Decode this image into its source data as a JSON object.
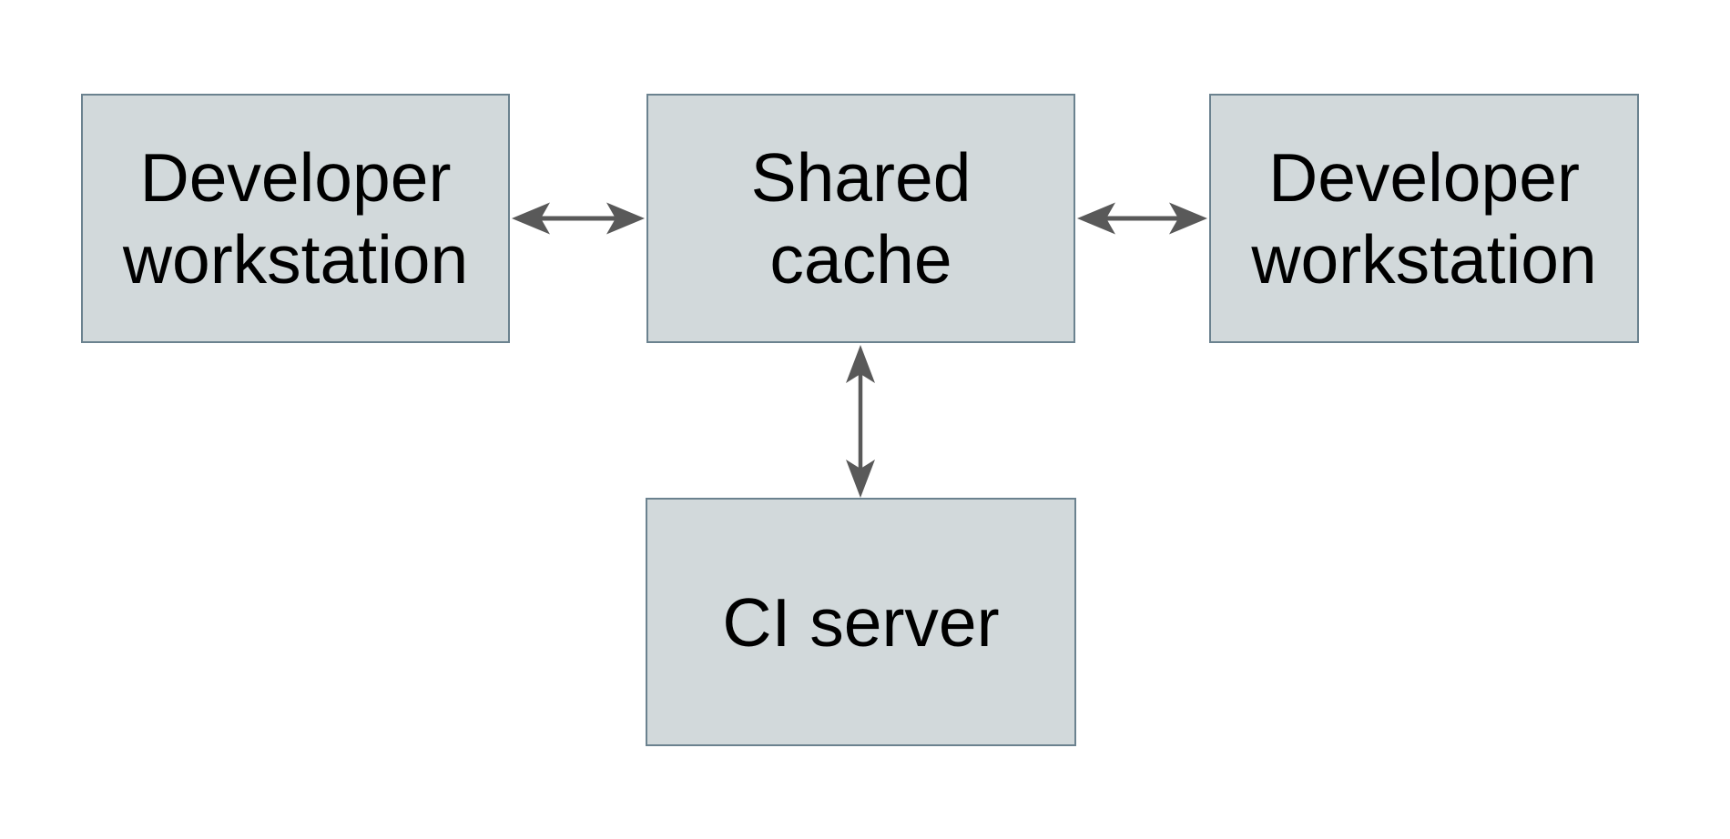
{
  "diagram": {
    "type": "architecture-diagram",
    "nodes": {
      "developer_left": {
        "line1": "Developer",
        "line2": "workstation"
      },
      "shared_cache": {
        "line1": "Shared",
        "line2": "cache"
      },
      "developer_right": {
        "line1": "Developer",
        "line2": "workstation"
      },
      "ci_server": {
        "line1": "CI server"
      }
    },
    "connections": [
      {
        "from": "developer_left",
        "to": "shared_cache",
        "style": "double-headed-arrow",
        "orientation": "horizontal"
      },
      {
        "from": "shared_cache",
        "to": "developer_right",
        "style": "double-headed-arrow",
        "orientation": "horizontal"
      },
      {
        "from": "shared_cache",
        "to": "ci_server",
        "style": "double-headed-arrow",
        "orientation": "vertical"
      }
    ]
  },
  "colors": {
    "box_fill": "#d2d9db",
    "box_border": "#6b828f",
    "arrow": "#595959",
    "text": "#000000",
    "background": "#ffffff"
  }
}
